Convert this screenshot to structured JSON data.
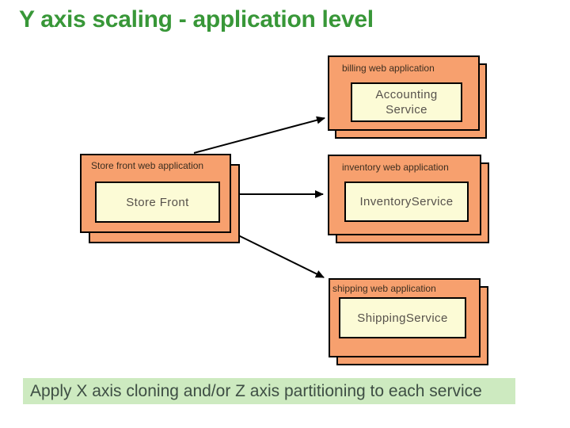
{
  "title": "Y axis scaling - application level",
  "caption": "Apply X axis cloning and/or Z axis partitioning to each service",
  "diagram": {
    "billing": {
      "app_label": "billing web application",
      "service_label": "Accounting\nService"
    },
    "store_front": {
      "app_label": "Store front web application",
      "service_label": "Store Front"
    },
    "inventory": {
      "app_label": "inventory web application",
      "service_label": "InventoryService"
    },
    "shipping": {
      "app_label": "shipping web application",
      "service_label": "ShippingService"
    }
  },
  "edges": [
    {
      "from": "store_front",
      "to": "billing"
    },
    {
      "from": "store_front",
      "to": "inventory"
    },
    {
      "from": "store_front",
      "to": "shipping"
    }
  ],
  "colors": {
    "title_green": "#389738",
    "app_box_fill": "#f7a06e",
    "service_box_fill": "#fcfbd6",
    "caption_bg": "#cdeac0",
    "caption_text": "#3e4e44",
    "border": "#000000",
    "arrow": "#000000"
  }
}
